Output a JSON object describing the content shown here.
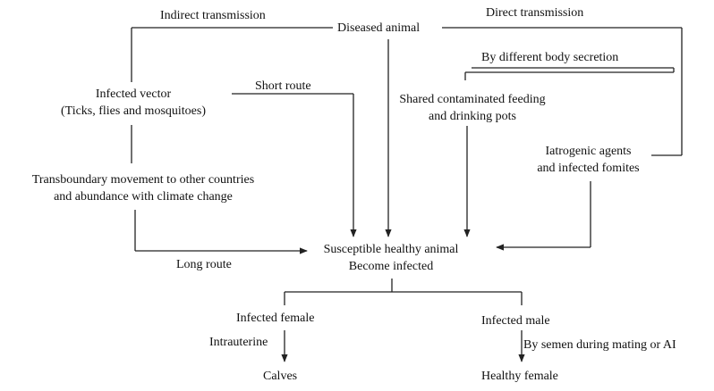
{
  "nodes": {
    "diseased": "Diseased animal",
    "indirect": "Indirect transmission",
    "direct": "Direct transmission",
    "vector_line1": "Infected vector",
    "vector_line2": "(Ticks, flies and mosquitoes)",
    "short_route": "Short route",
    "body_secretion": "By different body secretion",
    "shared_line1": "Shared contaminated feeding",
    "shared_line2": "and drinking pots",
    "iatrogenic_line1": "Iatrogenic agents",
    "iatrogenic_line2": "and infected fomites",
    "transboundary_line1": "Transboundary movement to other countries",
    "transboundary_line2": "and abundance with climate change",
    "susceptible_line1": "Susceptible healthy animal",
    "susceptible_line2": "Become infected",
    "long_route": "Long route",
    "infected_female": "Infected female",
    "infected_male": "Infected male",
    "intrauterine": "Intrauterine",
    "semen": "By semen during mating or AI",
    "calves": "Calves",
    "healthy_female": "Healthy female"
  }
}
